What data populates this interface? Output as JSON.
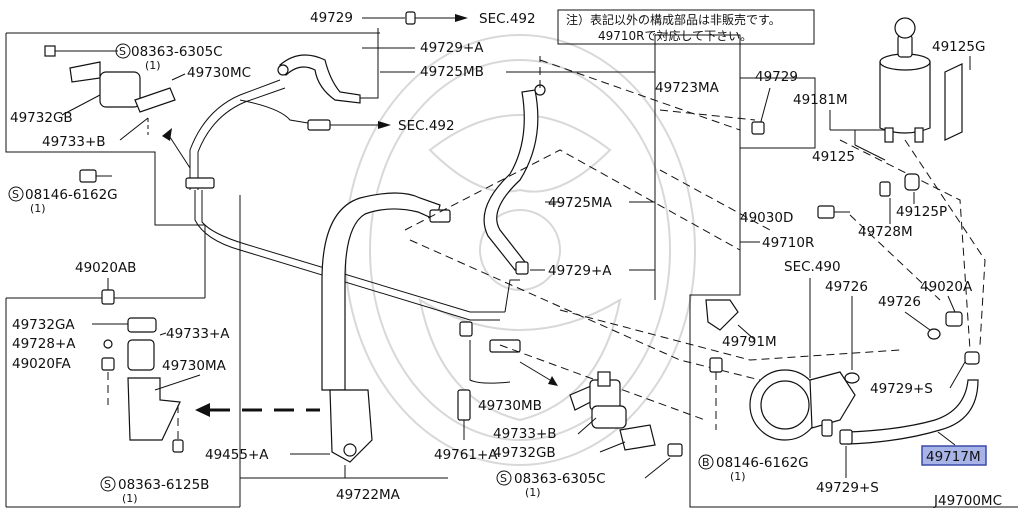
{
  "diagram_id": "J49700MC",
  "note": {
    "line1": "注）表記以外の構成部品は非販売です。",
    "line2": "49710Rで対応して下さい。"
  },
  "references": {
    "sec492_top": "SEC.492",
    "sec492_mid": "SEC.492",
    "sec490": "SEC.490"
  },
  "callouts": {
    "p49729_top": "49729",
    "p49729A_top": "49729+A",
    "p49725MB": "49725MB",
    "p49723MA": "49723MA",
    "p49730MC": "49730MC",
    "p08363_6305C_top": "08363-6305C",
    "p08363_6305C_top_qty": "(1)",
    "p49732GB_top": "49732GB",
    "p49733B_top": "49733+B",
    "p08146_6162G_top": "08146-6162G",
    "p08146_6162G_top_qty": "(1)",
    "p49020AB": "49020AB",
    "p49732GA": "49732GA",
    "p49728A": "49728+A",
    "p49020FA": "49020FA",
    "p49733A": "49733+A",
    "p49730MA": "49730MA",
    "p08363_6125B": "08363-6125B",
    "p08363_6125B_qty": "(1)",
    "p49455A": "49455+A",
    "p49722MA": "49722MA",
    "p49761A": "49761+A",
    "p49725MA": "49725MA",
    "p49729A_mid": "49729+A",
    "p49730MB": "49730MB",
    "p49733B_bot": "49733+B",
    "p49732GB_bot": "49732GB",
    "p08363_6305C_bot": "08363-6305C",
    "p08363_6305C_bot_qty": "(1)",
    "p49729_right": "49729",
    "p49181M": "49181M",
    "p49125": "49125",
    "p49125G": "49125G",
    "p49030D": "49030D",
    "p49728M": "49728M",
    "p49125P": "49125P",
    "p49710R": "49710R",
    "p49726_a": "49726",
    "p49726_b": "49726",
    "p49020A": "49020A",
    "p49791M": "49791M",
    "p49729S_a": "49729+S",
    "p49729S_b": "49729+S",
    "p08146_6162G_bot": "08146-6162G",
    "p08146_6162G_bot_qty": "(1)",
    "p49717M": "49717M"
  },
  "circle_markers": {
    "s": "S",
    "b": "B"
  },
  "colors": {
    "highlight_fill": "#a8b4e8",
    "highlight_border": "#3a4aa8",
    "line": "#111111",
    "watermark": "#d8d8d8"
  },
  "highlighted_part": "49717M"
}
